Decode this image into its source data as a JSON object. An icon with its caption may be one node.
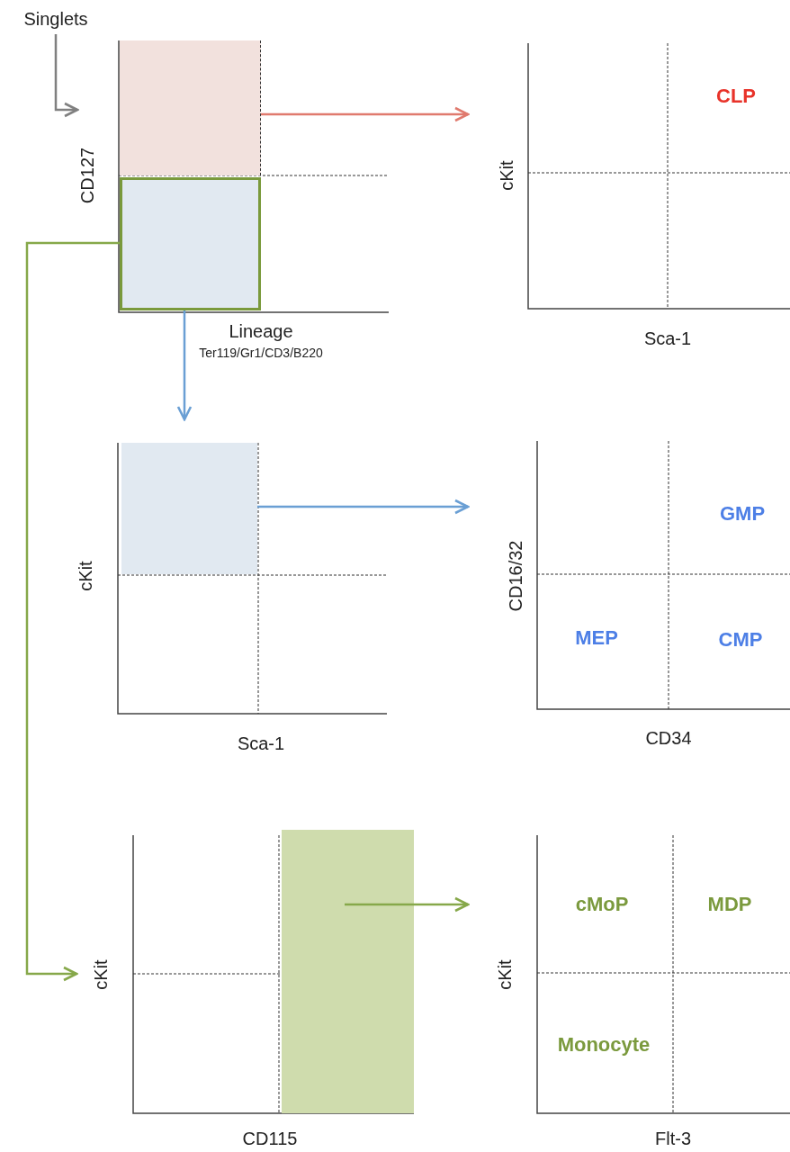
{
  "diagram": {
    "nodes": [
      {
        "text": [
          "Singlets"
        ]
      },
      {
        "text": [
          "CD127",
          "Lineage",
          "Ter119/Gr1/CD3/B220"
        ]
      },
      {
        "text": [],
        "shape": "box",
        "in": 1
      },
      {
        "text": [],
        "shape": "box",
        "in": 1
      },
      {
        "text": [
          "cKit",
          "Sca-1",
          "CLP"
        ]
      },
      {
        "text": [
          "cKit",
          "Sca-1"
        ]
      },
      {
        "text": [],
        "shape": "box",
        "in": 5
      },
      {
        "text": [
          "CD16/32",
          "CD34",
          "GMP",
          "MEP",
          "CMP"
        ]
      },
      {
        "text": [
          "cKit",
          "CD115"
        ]
      },
      {
        "text": [],
        "shape": "box",
        "in": 8
      },
      {
        "text": [
          "cKit",
          "Flt-3",
          "cMoP",
          "MDP",
          "Monocyte"
        ]
      }
    ],
    "edges": [
      {
        "from": 0,
        "to": 1,
        "arrow": "to",
        "color": "#808080"
      },
      {
        "from": 2,
        "to": 4,
        "arrow": "to",
        "color": "#e07a6e"
      },
      {
        "from": 3,
        "to": 5,
        "arrow": "to",
        "color": "#6a9fd4"
      },
      {
        "from": 3,
        "to": 8,
        "arrow": "to",
        "color": "#86a84a"
      },
      {
        "from": 6,
        "to": 7,
        "arrow": "to",
        "color": "#6a9fd4"
      },
      {
        "from": 9,
        "to": 10,
        "arrow": "to",
        "color": "#86a84a"
      }
    ]
  }
}
